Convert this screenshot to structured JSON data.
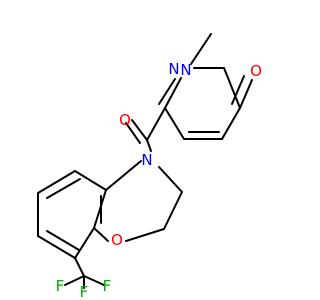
{
  "atoms": {
    "methyl_n": {
      "text": "N",
      "color": "#0000ff"
    },
    "ring_n": {
      "text": "N",
      "color": "#0000ff"
    },
    "ring_o": {
      "text": "O",
      "color": "#ff0000"
    },
    "carbonyl_o": {
      "text": "O",
      "color": "#ff0000"
    },
    "amide_n": {
      "text": "N",
      "color": "#0000ff"
    },
    "ether_o": {
      "text": "O",
      "color": "#ff0000"
    },
    "fluorine_1": {
      "text": "F",
      "color": "#00aa00"
    },
    "fluorine_2": {
      "text": "F",
      "color": "#00aa00"
    },
    "fluorine_3": {
      "text": "F",
      "color": "#00aa00"
    }
  },
  "colors": {
    "bond": "#000000",
    "background": "#ffffff"
  }
}
